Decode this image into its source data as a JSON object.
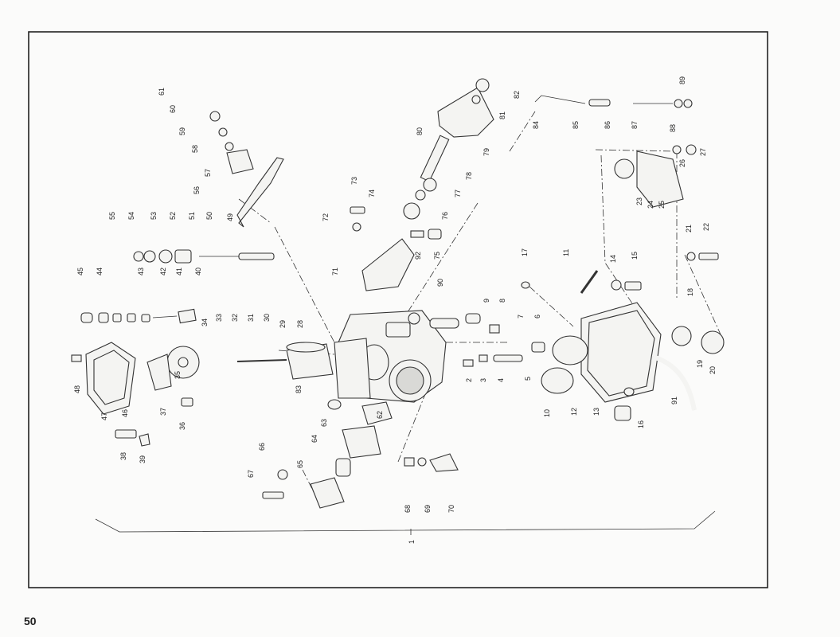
{
  "page_number": "50",
  "assembly_label": "1",
  "part_labels": [
    "2",
    "3",
    "4",
    "5",
    "6",
    "7",
    "8",
    "9",
    "10",
    "11",
    "12",
    "13",
    "14",
    "15",
    "16",
    "17",
    "18",
    "19",
    "20",
    "21",
    "22",
    "23",
    "24",
    "25",
    "26",
    "27",
    "28",
    "29",
    "30",
    "31",
    "32",
    "33",
    "34",
    "35",
    "36",
    "37",
    "38",
    "39",
    "40",
    "41",
    "42",
    "43",
    "44",
    "45",
    "46",
    "47",
    "48",
    "49",
    "50",
    "51",
    "52",
    "53",
    "54",
    "55",
    "56",
    "57",
    "58",
    "59",
    "60",
    "61",
    "62",
    "63",
    "64",
    "65",
    "66",
    "67",
    "68",
    "69",
    "70",
    "71",
    "72",
    "73",
    "74",
    "75",
    "76",
    "77",
    "78",
    "79",
    "80",
    "81",
    "82",
    "83",
    "84",
    "85",
    "86",
    "87",
    "88",
    "89",
    "90",
    "91",
    "92"
  ],
  "icons": {
    "diagram": "exploded-carburetor-diagram"
  }
}
